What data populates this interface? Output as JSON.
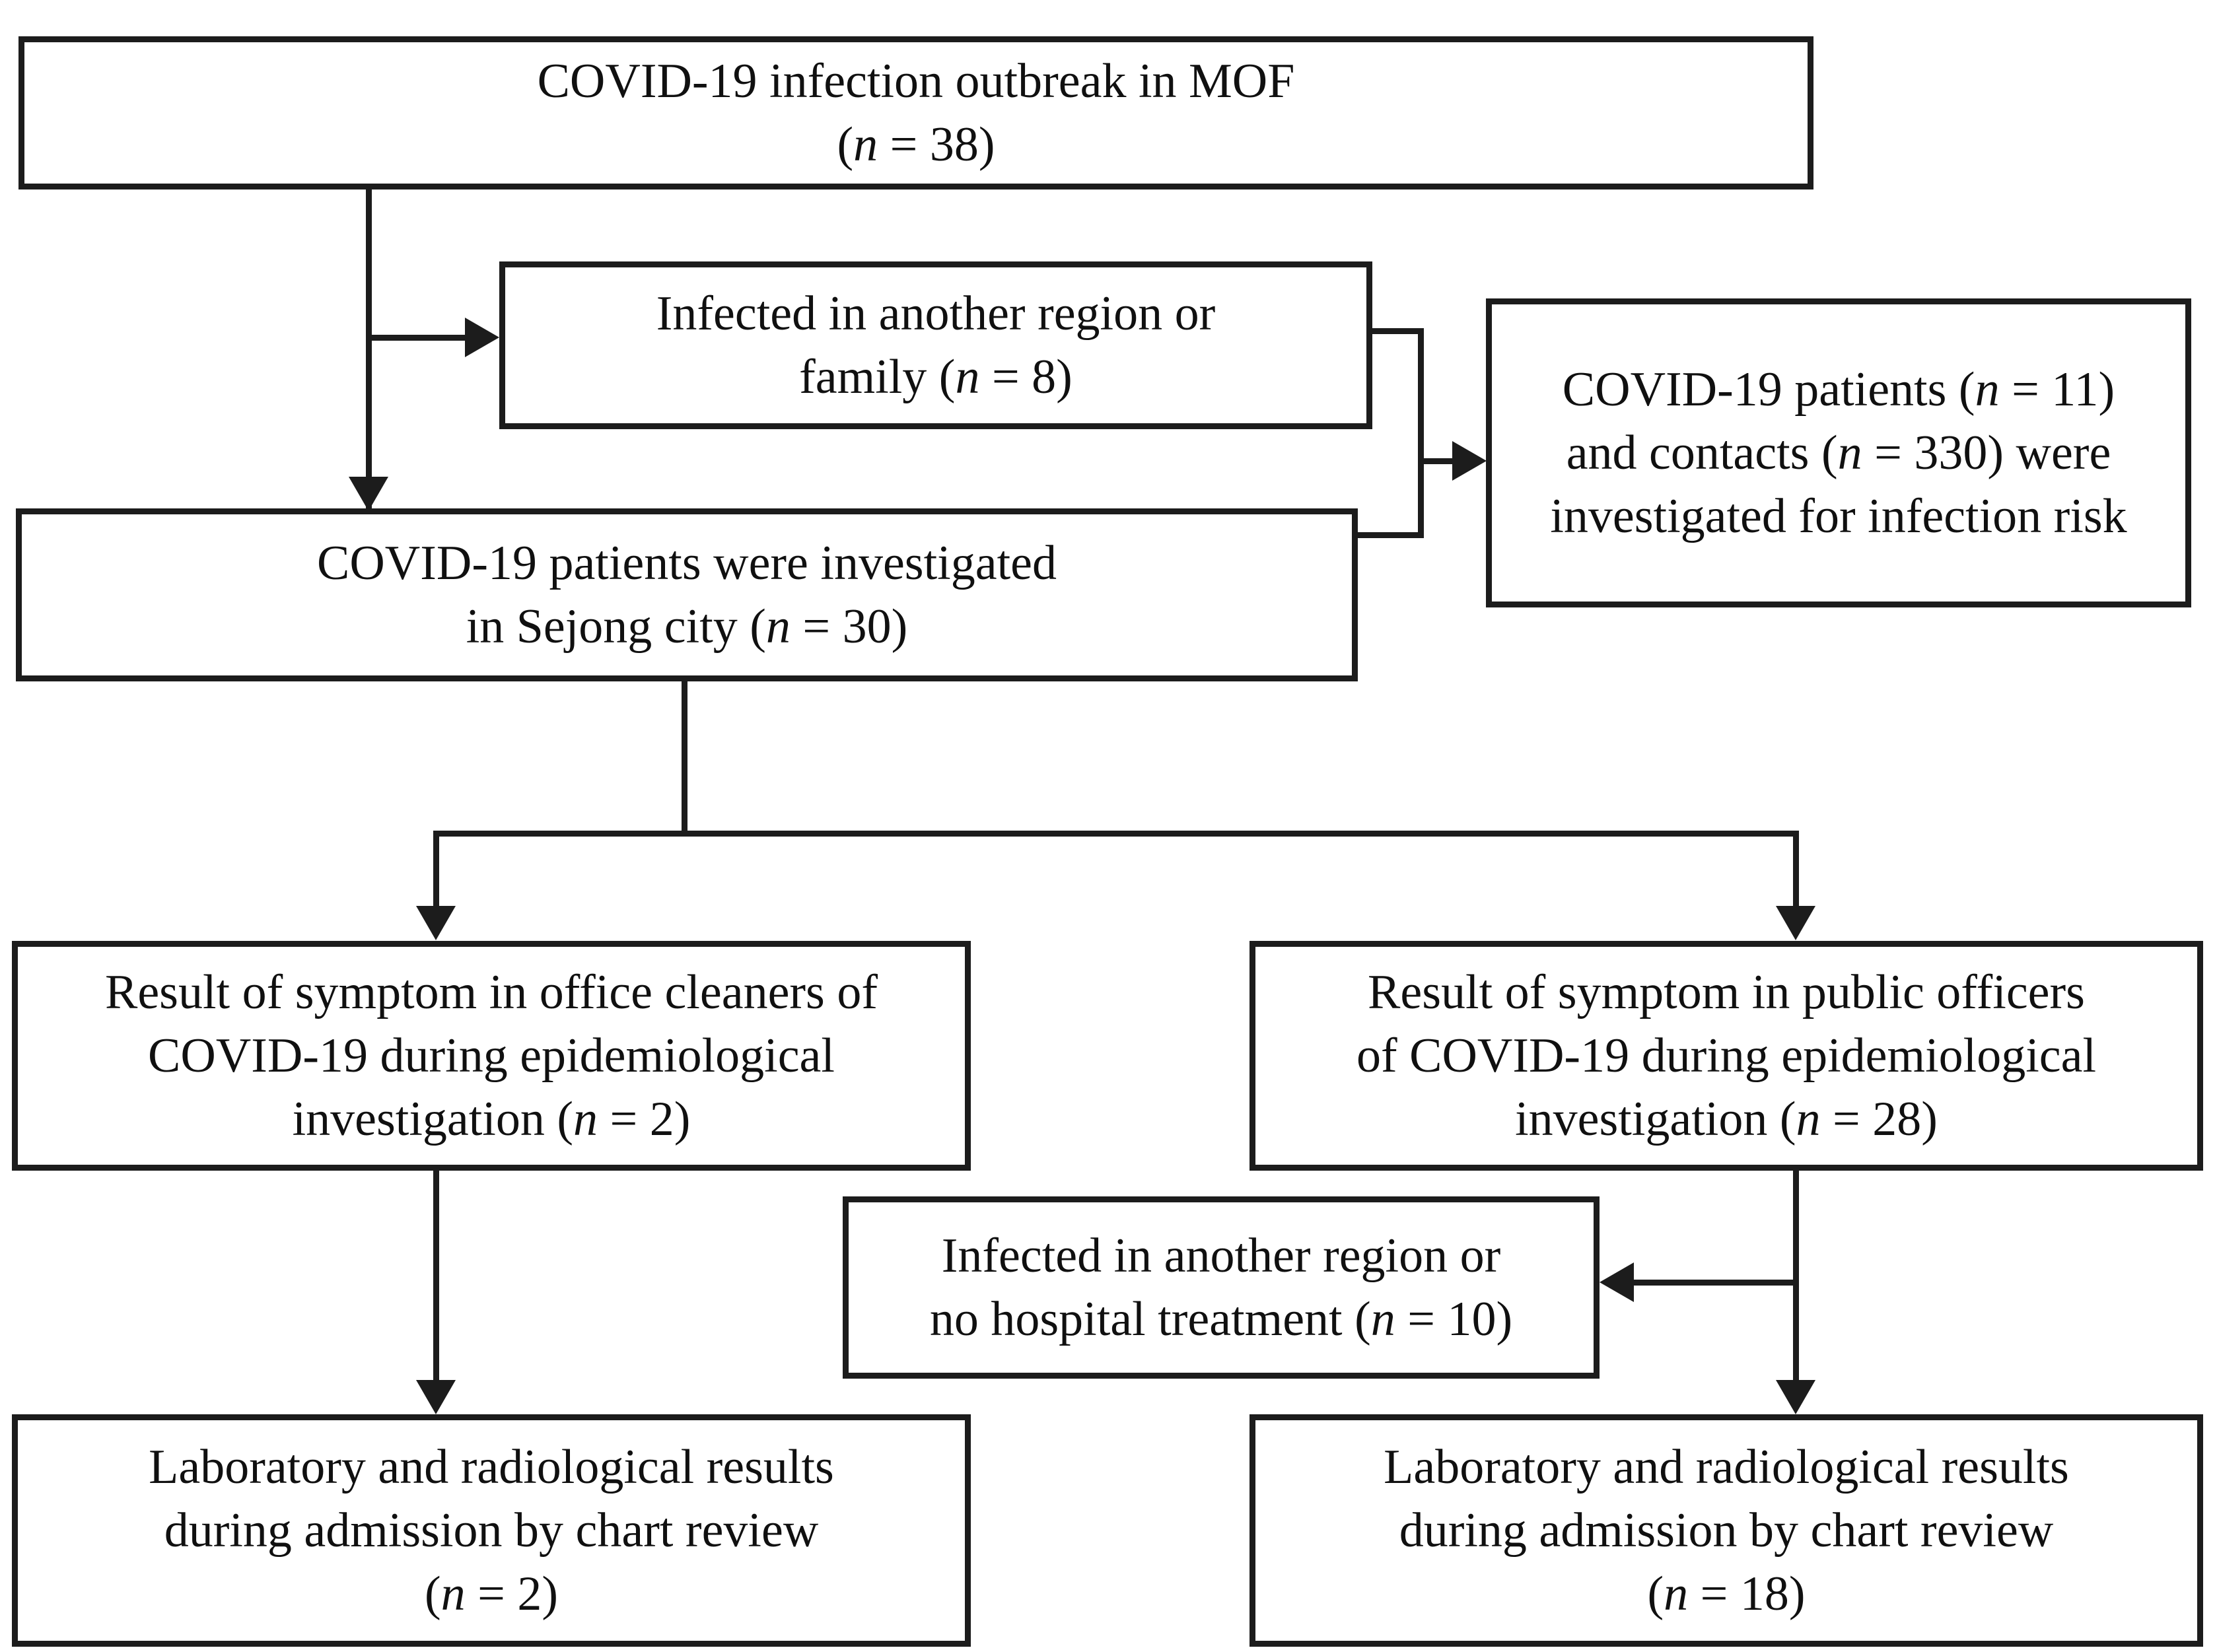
{
  "diagram": {
    "title": "COVID-19 outbreak investigation flow chart",
    "line_color": "#1c1c1c",
    "background": "#ffffff",
    "nodes": {
      "outbreak": {
        "line1": "COVID-19 infection outbreak in MOF",
        "line2_prefix": "(",
        "line2_var": "n",
        "line2_suffix": " = 38)",
        "count": 38
      },
      "infected_family": {
        "line1": "Infected in another region or",
        "line2_prefix": "family (",
        "line2_var": "n",
        "line2_suffix": " = 8)",
        "count": 8
      },
      "contacts": {
        "line1_prefix": "COVID-19 patients (",
        "line1_var": "n",
        "line1_suffix": " = 11)",
        "line2_prefix": "and contacts (",
        "line2_var": "n",
        "line2_suffix": " = 330) were",
        "line3": "investigated for infection risk",
        "patients": 11,
        "contacts": 330
      },
      "sejong": {
        "line1": "COVID-19 patients were investigated",
        "line2_prefix": "in Sejong city (",
        "line2_var": "n",
        "line2_suffix": " = 30)",
        "count": 30
      },
      "cleaners": {
        "line1": "Result of symptom in office cleaners of",
        "line2": "COVID-19 during epidemiological",
        "line3_prefix": "investigation (",
        "line3_var": "n",
        "line3_suffix": " = 2)",
        "count": 2
      },
      "officers": {
        "line1": "Result of symptom in public officers",
        "line2": "of COVID-19 during epidemiological",
        "line3_prefix": "investigation (",
        "line3_var": "n",
        "line3_suffix": " = 28)",
        "count": 28
      },
      "no_hospital": {
        "line1": "Infected in another region or",
        "line2_prefix": "no hospital treatment (",
        "line2_var": "n",
        "line2_suffix": " = 10)",
        "count": 10
      },
      "lab_left": {
        "line1": "Laboratory and radiological results",
        "line2": "during admission by chart review",
        "line3_prefix": "(",
        "line3_var": "n",
        "line3_suffix": " = 2)",
        "count": 2
      },
      "lab_right": {
        "line1": "Laboratory and radiological results",
        "line2": "during admission by chart review",
        "line3_prefix": "(",
        "line3_var": "n",
        "line3_suffix": " = 18)",
        "count": 18
      }
    },
    "edges": [
      {
        "from": "outbreak",
        "to": "infected_family",
        "direction": "right"
      },
      {
        "from": "outbreak",
        "to": "sejong",
        "direction": "down"
      },
      {
        "from": "infected_family",
        "to": "contacts",
        "direction": "right"
      },
      {
        "from": "sejong",
        "to": "contacts",
        "direction": "right"
      },
      {
        "from": "sejong",
        "to": "cleaners",
        "direction": "down"
      },
      {
        "from": "sejong",
        "to": "officers",
        "direction": "down"
      },
      {
        "from": "cleaners",
        "to": "lab_left",
        "direction": "down"
      },
      {
        "from": "officers",
        "to": "lab_right",
        "direction": "down"
      },
      {
        "from": "officers",
        "to": "no_hospital",
        "direction": "left"
      }
    ]
  }
}
